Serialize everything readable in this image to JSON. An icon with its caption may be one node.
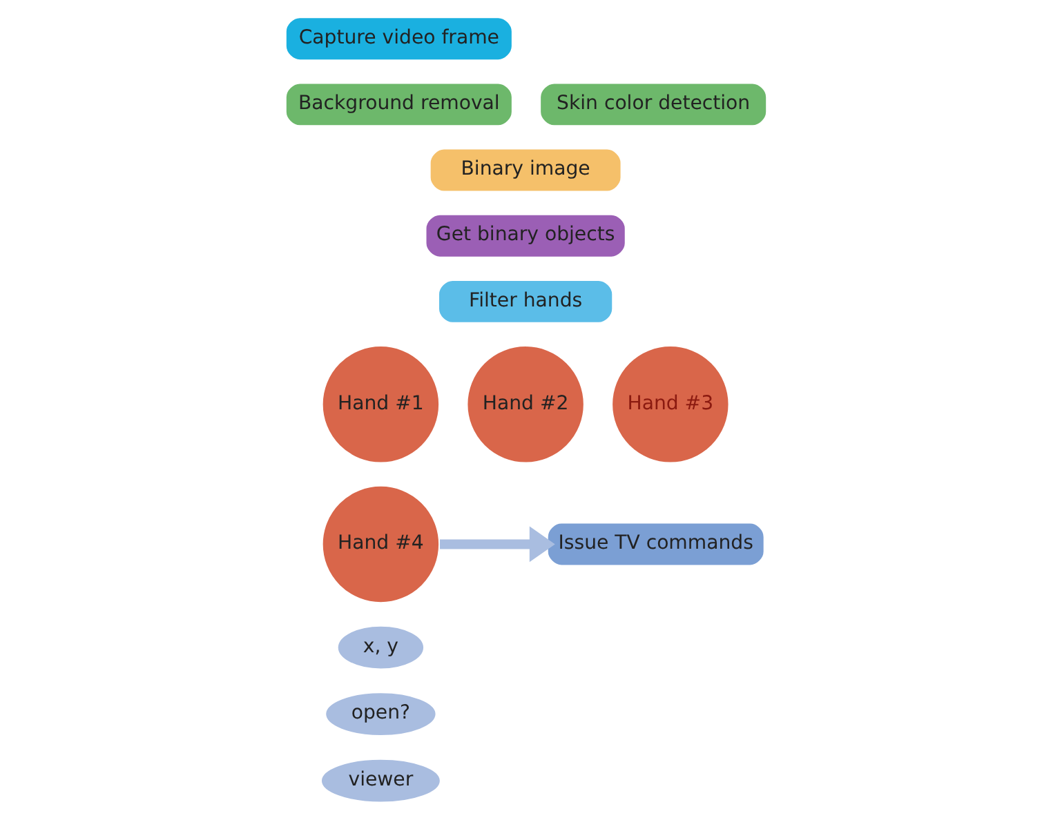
{
  "diagram": {
    "nodes": [
      {
        "text": [
          "Capture video frame"
        ]
      },
      {
        "text": [
          "Background removal"
        ]
      },
      {
        "text": [
          "Skin color detection"
        ]
      },
      {
        "text": [
          "Binary image"
        ]
      },
      {
        "text": [
          "Get binary objects"
        ]
      },
      {
        "text": [
          "Filter hands"
        ]
      },
      {
        "text": [
          "Hand #1"
        ]
      },
      {
        "text": [
          "Hand #2"
        ]
      },
      {
        "text": [
          "Hand #3"
        ]
      },
      {
        "text": [
          "Hand #4"
        ]
      },
      {
        "text": [
          "x, y"
        ]
      },
      {
        "text": [
          "open?"
        ]
      },
      {
        "text": [
          "viewer"
        ]
      },
      {
        "text": [
          "Issue TV commands"
        ]
      }
    ],
    "edges": [
      {
        "from": 9,
        "to": 13,
        "arrow": "to"
      }
    ]
  }
}
